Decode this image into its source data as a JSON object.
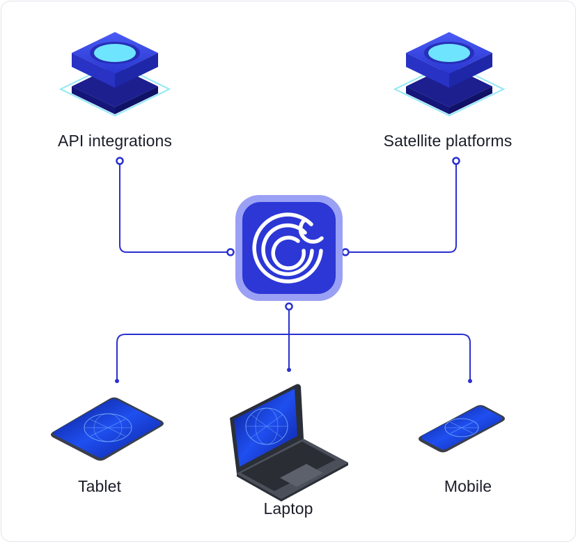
{
  "nodes": {
    "api": {
      "label": "API integrations"
    },
    "satellite": {
      "label": "Satellite platforms"
    },
    "tablet": {
      "label": "Tablet"
    },
    "laptop": {
      "label": "Laptop"
    },
    "mobile": {
      "label": "Mobile"
    }
  },
  "colors": {
    "line": "#2a2fcf",
    "hub_outer": "#9aa0f4",
    "hub_inner": "#2c37d6",
    "text": "#1b1d28",
    "server_top": "#3b4ff0",
    "server_screen": "#6fe4ff",
    "server_dark": "#1d1f8f",
    "server_glow": "#8fe9f5",
    "device_screen": "#1a3fd8",
    "device_body": "#3a3f4a"
  },
  "icons": {
    "hub": "brand-logo-icon",
    "api": "server-stack-icon",
    "satellite": "server-stack-icon",
    "tablet": "tablet-icon",
    "laptop": "laptop-icon",
    "mobile": "smartphone-icon"
  }
}
